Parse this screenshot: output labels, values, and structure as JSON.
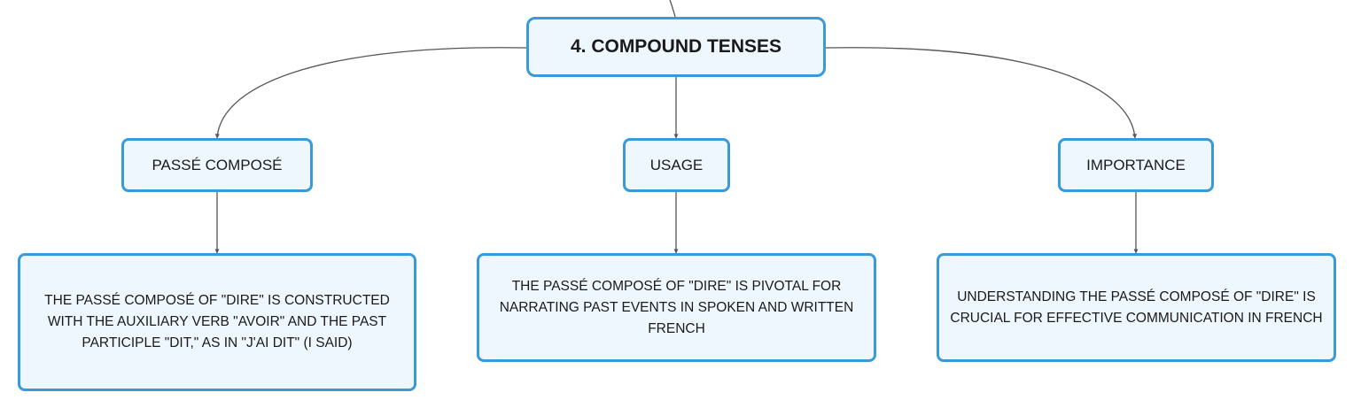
{
  "diagram": {
    "colors": {
      "node_border": "#3a9ad9",
      "node_fill": "#eef7fd",
      "connector": "#555555",
      "text": "#1a1a1a"
    },
    "root": {
      "label": "4. COMPOUND TENSES"
    },
    "branches": [
      {
        "label": "PASSÉ COMPOSÉ",
        "detail": "THE PASSÉ COMPOSÉ OF \"DIRE\" IS CONSTRUCTED WITH THE AUXILIARY VERB \"AVOIR\" AND THE PAST PARTICIPLE \"DIT,\" AS IN \"J'AI DIT\" (I SAID)"
      },
      {
        "label": "USAGE",
        "detail": "THE PASSÉ COMPOSÉ OF \"DIRE\" IS PIVOTAL FOR NARRATING PAST EVENTS IN SPOKEN AND WRITTEN FRENCH"
      },
      {
        "label": "IMPORTANCE",
        "detail": "UNDERSTANDING THE PASSÉ COMPOSÉ OF \"DIRE\" IS CRUCIAL FOR EFFECTIVE COMMUNICATION IN FRENCH"
      }
    ]
  }
}
